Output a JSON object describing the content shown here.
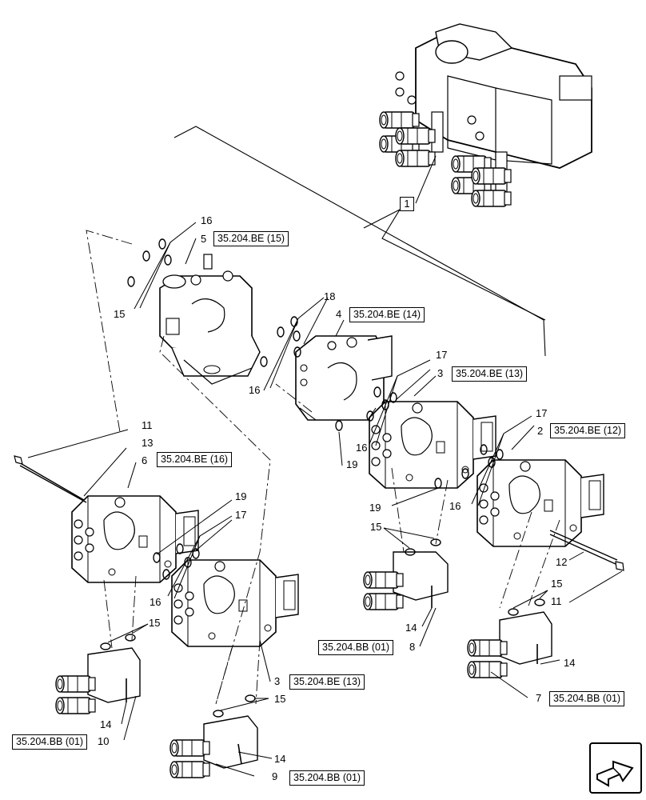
{
  "callouts": {
    "c1": "1",
    "c2": "2",
    "c3a": "3",
    "c3b": "3",
    "c4": "4",
    "c5": "5",
    "c6": "6",
    "c7": "7",
    "c8": "8",
    "c9": "9",
    "c10": "10",
    "c11a": "11",
    "c11b": "11",
    "c12": "12",
    "c13": "13",
    "c14a": "14",
    "c14b": "14",
    "c14c": "14",
    "c14d": "14",
    "c15a": "15",
    "c15b": "15",
    "c15c": "15",
    "c15d": "15",
    "c15e": "15",
    "c16a": "16",
    "c16b": "16",
    "c16c": "16",
    "c16d": "16",
    "c16e": "16",
    "c17a": "17",
    "c17b": "17",
    "c17c": "17",
    "c18": "18",
    "c19a": "19",
    "c19b": "19",
    "c19c": "19"
  },
  "references": {
    "r15": "35.204.BE (15)",
    "r14": "35.204.BE (14)",
    "r13a": "35.204.BE (13)",
    "r12": "35.204.BE (12)",
    "r16": "35.204.BE (16)",
    "r13b": "35.204.BE (13)",
    "bb_a": "35.204.BB (01)",
    "bb_b": "35.204.BB (01)",
    "bb_c": "35.204.BB (01)",
    "bb_d": "35.204.BB (01)"
  },
  "icons": {
    "nav": "next-page-arrow-icon"
  }
}
